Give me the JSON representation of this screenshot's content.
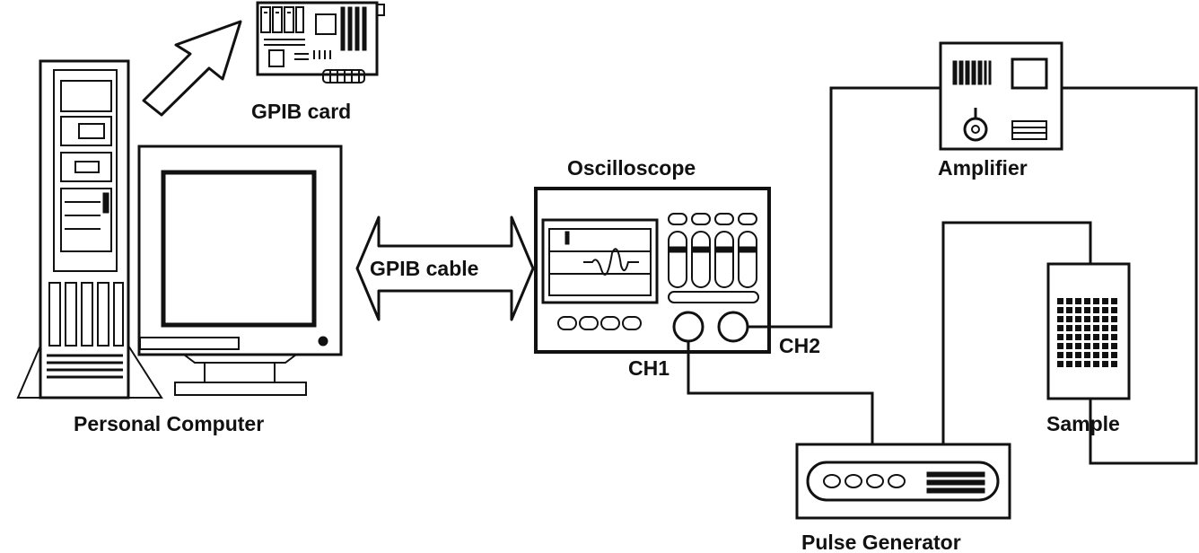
{
  "labels": {
    "gpib_card": "GPIB card",
    "personal_computer": "Personal Computer",
    "gpib_cable": "GPIB cable",
    "oscilloscope": "Oscilloscope",
    "ch1": "CH1",
    "ch2": "CH2",
    "amplifier": "Amplifier",
    "sample": "Sample",
    "pulse_generator": "Pulse Generator"
  },
  "colors": {
    "line": "#111111",
    "background": "#ffffff"
  },
  "icons": [
    "computer-tower-icon",
    "monitor-icon",
    "gpib-card-icon",
    "oscilloscope-icon",
    "amplifier-icon",
    "sample-icon",
    "pulse-generator-icon"
  ]
}
